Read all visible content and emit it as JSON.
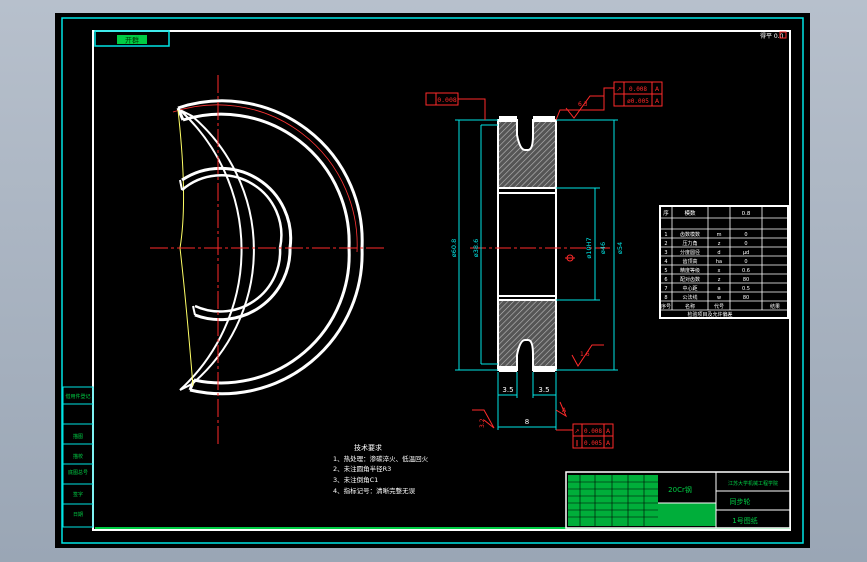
{
  "colors": {
    "background": "#000000",
    "frame_outer": "#00e5e5",
    "frame_inner": "#ffffff",
    "center_line": "#ff2a2a",
    "dimension": "#00e5e5",
    "hatch": "#9a9a9a",
    "tolerance_box": "#ff2a2a",
    "title_block_fill": "#00cc44",
    "profile_edge": "#ffff66"
  },
  "corner_tag": {
    "label": "开群"
  },
  "top_right_mark": {
    "label": "得平 0.0"
  },
  "gtol": {
    "top_left": "0.008",
    "top_right_1_sym": "↗",
    "top_right_1_val": "0.008",
    "top_right_1_datum": "A",
    "top_right_2_val": "ø0.005",
    "top_right_2_datum": "A",
    "bottom_1_sym": "↗",
    "bottom_1_val": "0.008",
    "bottom_1_datum": "A",
    "bottom_2_sym": "‖",
    "bottom_2_val": "0.005",
    "bottom_2_datum": "A"
  },
  "roughness": {
    "top": "6.3",
    "bottom_right": "1.6",
    "bottom_left": "3.2"
  },
  "dimensions": {
    "d1": "ø60.8",
    "d2": "ø38.6",
    "d3": "ø10H7",
    "d4": "ø46",
    "d5": "ø54",
    "w1": "3.5",
    "w2": "3.5",
    "w3": "8"
  },
  "datum_label": "A",
  "tech_notes": {
    "title": "技术要求",
    "items": [
      "1、热处理：渗碳淬火、低温回火",
      "2、未注圆角半径R3",
      "3、未注倒角C1",
      "4、指标记号：清晰完整无误"
    ]
  },
  "param_table": {
    "header": [
      "序",
      "模数",
      "",
      "0.8"
    ],
    "rows": [
      [
        "1",
        "齿数模数",
        "m",
        "0"
      ],
      [
        "2",
        "压力角",
        "z",
        "0"
      ],
      [
        "3",
        "分度圆径",
        "d",
        "µd"
      ],
      [
        "4",
        "齿顶高",
        "ha",
        "0"
      ],
      [
        "5",
        "精度等级",
        "x",
        "0.6"
      ],
      [
        "6",
        "配对齿数",
        "z",
        "80"
      ],
      [
        "7",
        "中心距",
        "a",
        "0.5"
      ],
      [
        "8",
        "公法线",
        "w",
        "80"
      ]
    ],
    "footer": [
      "序号",
      "名称",
      "代号",
      "结果"
    ],
    "caption": "检验项目及允许偏差"
  },
  "side_blocks": [
    "借用件登记",
    "",
    "描图",
    "描校",
    "底图总号",
    "签字",
    "日期"
  ],
  "title_block": {
    "material": "20Cr钢",
    "company": "江苏大学机械工程学院",
    "part_name": "同步轮",
    "drawing_no": "1号图纸"
  }
}
